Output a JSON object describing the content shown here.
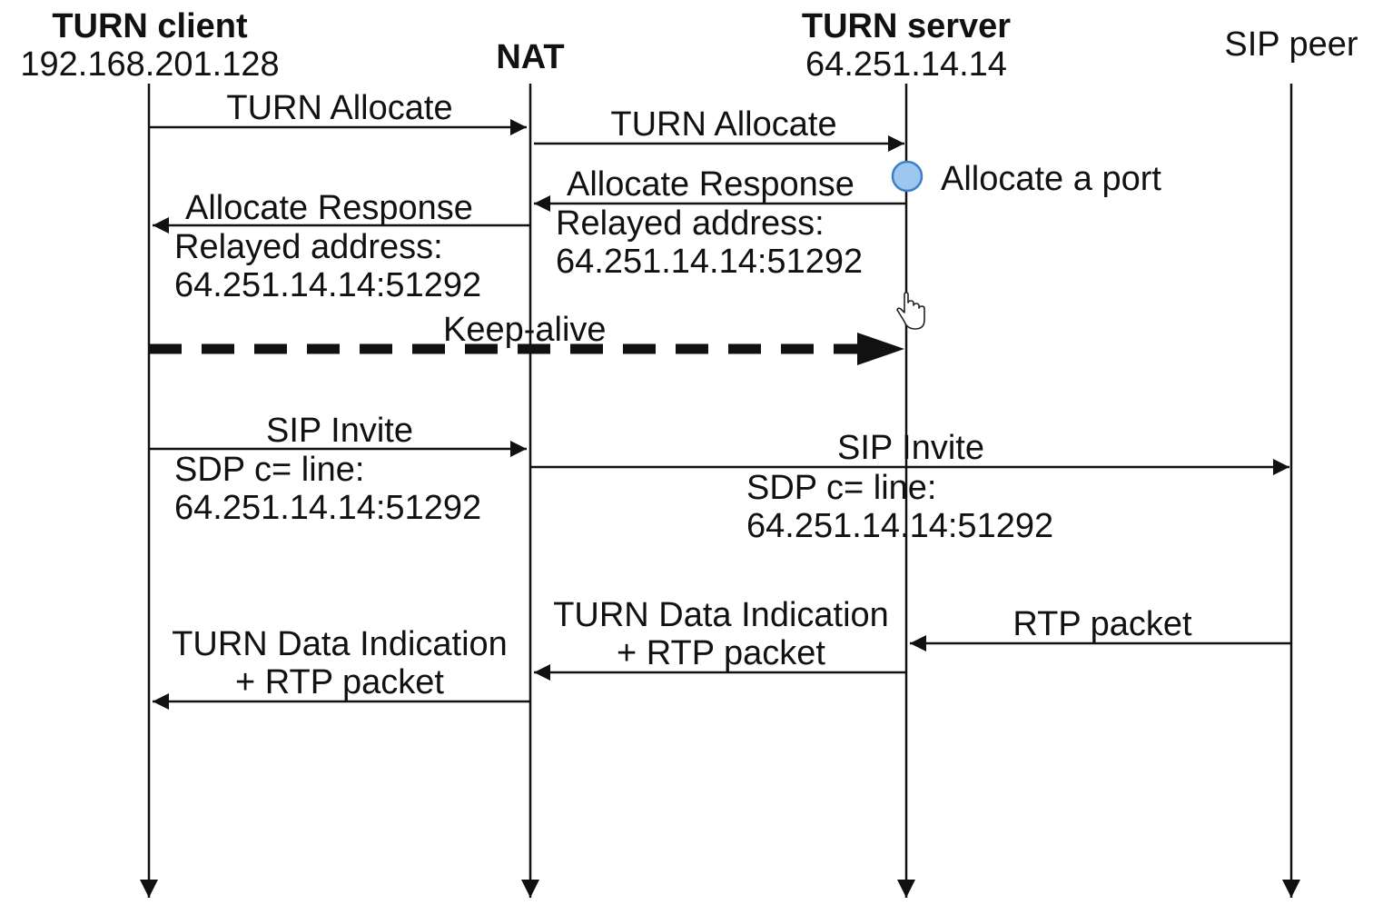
{
  "participants": {
    "client": {
      "name": "TURN client",
      "address": "192.168.201.128"
    },
    "nat": {
      "name": "NAT"
    },
    "server": {
      "name": "TURN server",
      "address": "64.251.14.14"
    },
    "peer": {
      "name": "SIP peer"
    }
  },
  "messages": {
    "allocate_client_nat": "TURN Allocate",
    "allocate_nat_server": "TURN Allocate",
    "allocate_port_note": "Allocate a port",
    "response_server_nat": {
      "title": "Allocate Response",
      "line1": "Relayed address:",
      "line2": "64.251.14.14:51292"
    },
    "response_nat_client": {
      "title": "Allocate Response",
      "line1": "Relayed address:",
      "line2": "64.251.14.14:51292"
    },
    "keepalive": "Keep-alive",
    "invite_client_nat": {
      "title": "SIP Invite",
      "line1": "SDP c= line:",
      "line2": "64.251.14.14:51292"
    },
    "invite_nat_peer": {
      "title": "SIP Invite",
      "line1": "SDP c= line:",
      "line2": "64.251.14.14:51292"
    },
    "rtp_peer_server": "RTP packet",
    "data_server_nat": {
      "line1": "TURN Data Indication",
      "line2": "+ RTP packet"
    },
    "data_nat_client": {
      "line1": "TURN Data Indication",
      "line2": "+ RTP packet"
    }
  },
  "colors": {
    "line": "#111111",
    "port_marker_fill": "#9cc8f0",
    "port_marker_stroke": "#3f7fc8"
  }
}
